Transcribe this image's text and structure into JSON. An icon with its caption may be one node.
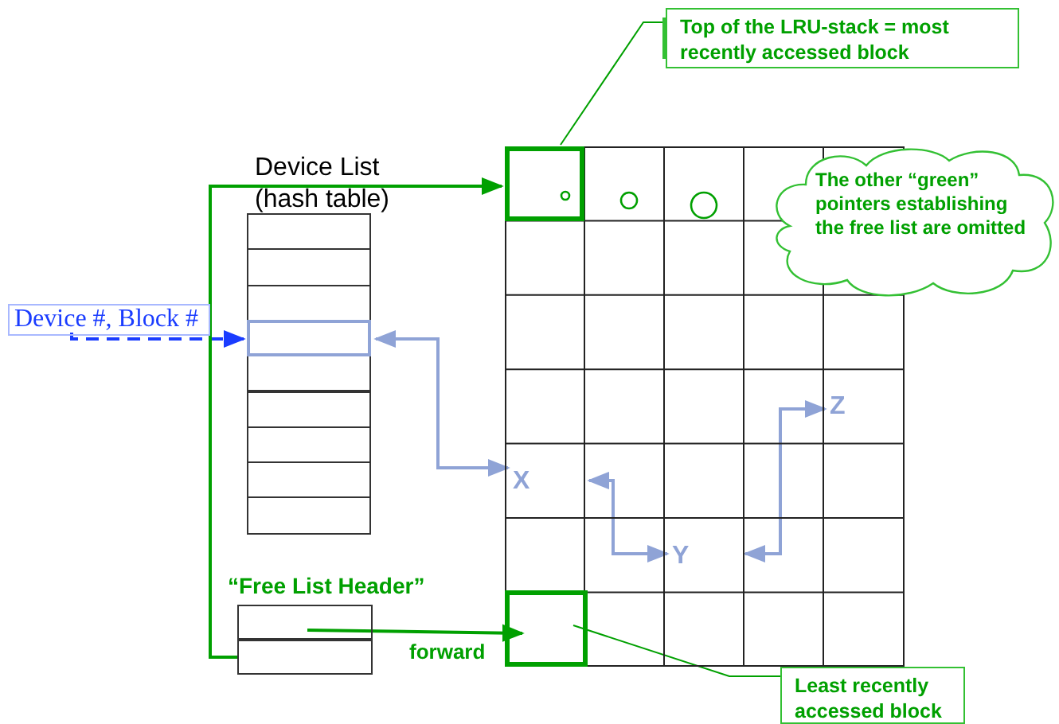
{
  "diagram": {
    "nodes": [
      {
        "text": [
          "Device List (hash table)"
        ]
      },
      {
        "text": [],
        "shape": "box",
        "in": 0
      },
      {
        "text": [],
        "shape": "box",
        "in": 0
      },
      {
        "text": [],
        "shape": "box",
        "in": 0
      },
      {
        "text": [],
        "shape": "box",
        "in": 0
      },
      {
        "text": [],
        "shape": "box",
        "in": 0
      },
      {
        "text": [],
        "shape": "box",
        "in": 0
      },
      {
        "text": [],
        "shape": "box",
        "in": 0
      },
      {
        "text": [],
        "shape": "box",
        "in": 0
      },
      {
        "text": [],
        "shape": "box",
        "in": 0
      },
      {
        "text": [
          "Device #, Block #"
        ]
      },
      {
        "text": [],
        "shape": "box"
      },
      {
        "text": [],
        "shape": "box",
        "in": 11
      },
      {
        "text": [],
        "shape": "box",
        "in": 11
      },
      {
        "text": [
          "X"
        ],
        "in": 11
      },
      {
        "text": [
          "Y"
        ],
        "in": 11
      },
      {
        "text": [
          "Z"
        ],
        "in": 11
      },
      {
        "text": [
          "“Free List Header”"
        ]
      },
      {
        "text": [],
        "shape": "box",
        "in": 17
      },
      {
        "text": [],
        "shape": "box",
        "in": 17
      },
      {
        "text": [
          "Top of the LRU-stack = most recently accessed block"
        ]
      },
      {
        "text": [
          "Least recently accessed block"
        ]
      },
      {
        "text": [
          "The other “green” pointers establishing the free list are omitted"
        ]
      }
    ],
    "edges": [
      {
        "from": 10,
        "to": 4,
        "arrow": "to",
        "style": "dashed",
        "color": "#1a3cff"
      },
      {
        "from": 4,
        "to": 14,
        "arrow": "both",
        "color": "#8fa3d6"
      },
      {
        "from": 14,
        "to": 15,
        "arrow": "both",
        "color": "#8fa3d6"
      },
      {
        "from": 15,
        "to": 16,
        "arrow": "both",
        "color": "#8fa3d6"
      },
      {
        "from": 19,
        "to": 12,
        "arrow": "to",
        "color": "#00a000"
      },
      {
        "from": 18,
        "to": 13,
        "arrow": "to",
        "label": "forward",
        "color": "#00a000"
      },
      {
        "from": 20,
        "to": 12,
        "arrow": "none",
        "color": "#00a000"
      },
      {
        "from": 21,
        "to": 13,
        "arrow": "none",
        "color": "#00a000"
      }
    ]
  }
}
